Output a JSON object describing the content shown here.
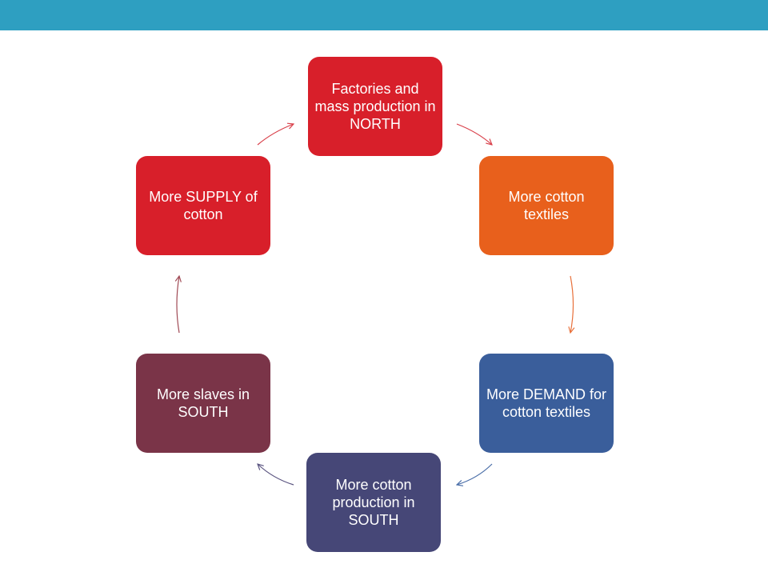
{
  "diagram": {
    "nodes": [
      {
        "id": "factories",
        "label": "Factories and mass production in NORTH",
        "color": "#d81f2a"
      },
      {
        "id": "textiles",
        "label": "More cotton textiles",
        "color": "#e8601c"
      },
      {
        "id": "demand",
        "label": "More DEMAND for cotton textiles",
        "color": "#3a5e9b"
      },
      {
        "id": "production",
        "label": "More cotton production in SOUTH",
        "color": "#464777"
      },
      {
        "id": "slaves",
        "label": "More slaves in SOUTH",
        "color": "#7a3448"
      },
      {
        "id": "supply",
        "label": "More SUPPLY of cotton",
        "color": "#d81f2a"
      }
    ],
    "edges": [
      {
        "from": "factories",
        "to": "textiles",
        "color": "#d9404a"
      },
      {
        "from": "textiles",
        "to": "demand",
        "color": "#e8703a"
      },
      {
        "from": "demand",
        "to": "production",
        "color": "#4a6ea8"
      },
      {
        "from": "production",
        "to": "slaves",
        "color": "#5a5480"
      },
      {
        "from": "slaves",
        "to": "supply",
        "color": "#a04a55"
      },
      {
        "from": "supply",
        "to": "factories",
        "color": "#d9404a"
      }
    ]
  },
  "theme": {
    "top_bar_color": "#2e9fc1"
  }
}
